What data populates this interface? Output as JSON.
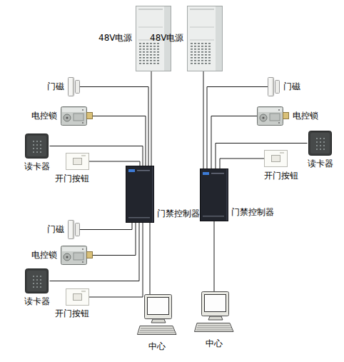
{
  "diagram": {
    "nodes": [
      {
        "text": [
          "48V电源"
        ]
      },
      {
        "text": [
          "门磁"
        ]
      },
      {
        "text": [
          "电控锁"
        ]
      },
      {
        "text": [
          "读卡器"
        ]
      },
      {
        "text": [
          "开门按钮"
        ]
      },
      {
        "text": [
          "门禁控制器"
        ]
      },
      {
        "text": [
          "门磁"
        ]
      },
      {
        "text": [
          "电控锁"
        ]
      },
      {
        "text": [
          "读卡器"
        ]
      },
      {
        "text": [
          "开门按钮"
        ]
      },
      {
        "text": [
          "中心"
        ]
      },
      {
        "text": [
          "48V电源"
        ]
      },
      {
        "text": [
          "门磁"
        ]
      },
      {
        "text": [
          "电控锁"
        ]
      },
      {
        "text": [
          "读卡器"
        ]
      },
      {
        "text": [
          "开门按钮"
        ]
      },
      {
        "text": [
          "门禁控制器"
        ]
      },
      {
        "text": [
          "中心"
        ]
      }
    ],
    "edges": [
      {
        "from": 0,
        "to": 5,
        "arrow": "none"
      },
      {
        "from": 1,
        "to": 5,
        "arrow": "none"
      },
      {
        "from": 2,
        "to": 5,
        "arrow": "none"
      },
      {
        "from": 3,
        "to": 5,
        "arrow": "none"
      },
      {
        "from": 4,
        "to": 5,
        "arrow": "none"
      },
      {
        "from": 6,
        "to": 5,
        "arrow": "none"
      },
      {
        "from": 7,
        "to": 5,
        "arrow": "none"
      },
      {
        "from": 8,
        "to": 5,
        "arrow": "none"
      },
      {
        "from": 9,
        "to": 5,
        "arrow": "none"
      },
      {
        "from": 5,
        "to": 10,
        "arrow": "none"
      },
      {
        "from": 11,
        "to": 16,
        "arrow": "none"
      },
      {
        "from": 12,
        "to": 16,
        "arrow": "none"
      },
      {
        "from": 13,
        "to": 16,
        "arrow": "none"
      },
      {
        "from": 14,
        "to": 16,
        "arrow": "none"
      },
      {
        "from": 15,
        "to": 16,
        "arrow": "none"
      },
      {
        "from": 16,
        "to": 17,
        "arrow": "none"
      }
    ]
  }
}
